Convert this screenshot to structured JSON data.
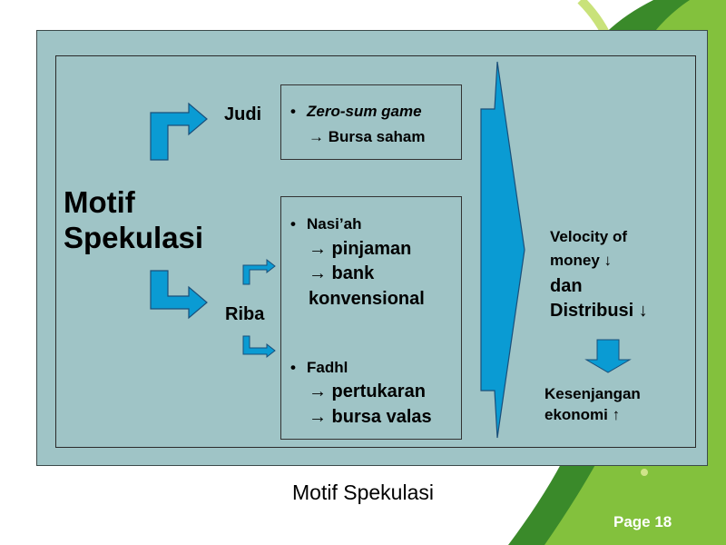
{
  "diagram": {
    "title_line1": "Motif",
    "title_line2": "Spekulasi",
    "branch_judi": "Judi",
    "branch_riba": "Riba",
    "box1": {
      "bullet": "•",
      "item": "Zero-sum game",
      "arrow_line": "→  Bursa saham"
    },
    "box2": {
      "bullet1": "•",
      "item1": "Nasi’ah",
      "line1a": "→ pinjaman",
      "line1b": "→ bank",
      "line1c": "konvensional",
      "bullet2": "•",
      "item2": "Fadhl",
      "line2a": "→ pertukaran",
      "line2b": "→  bursa valas"
    },
    "result": {
      "line1": "Velocity of",
      "line2": "money ↓",
      "line3": "dan",
      "line4": "Distribusi ↓",
      "outcome_line1": "Kesenjangan",
      "outcome_line2": "ekonomi ↑"
    }
  },
  "caption": "Motif Spekulasi",
  "page_label": "Page 18",
  "colors": {
    "panel": "#9fc4c6",
    "arrow_fill": "#0a9bd3",
    "arrow_stroke": "#1a4f7a",
    "green_dark": "#3a8a2a",
    "green_light": "#8cc63f"
  }
}
